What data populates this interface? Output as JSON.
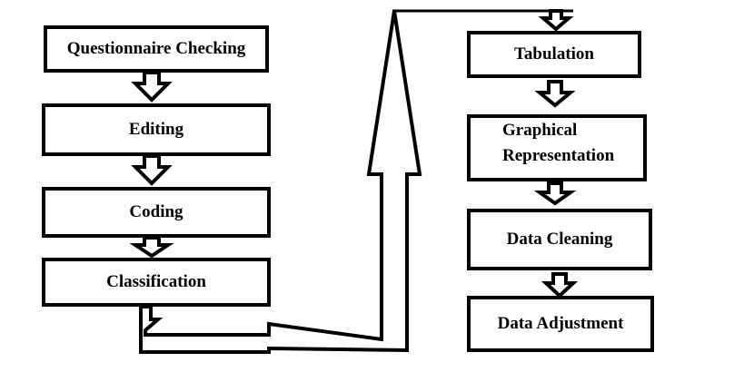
{
  "flowchart": {
    "left_column": [
      {
        "id": "questionnaire-checking",
        "label": "Questionnaire Checking"
      },
      {
        "id": "editing",
        "label": "Editing"
      },
      {
        "id": "coding",
        "label": "Coding"
      },
      {
        "id": "classification",
        "label": "Classification"
      }
    ],
    "right_column": [
      {
        "id": "tabulation",
        "label": "Tabulation"
      },
      {
        "id": "graphical-representation",
        "label_line1": "Graphical",
        "label_line2": "Representation"
      },
      {
        "id": "data-cleaning",
        "label": "Data Cleaning"
      },
      {
        "id": "data-adjustment",
        "label": "Data Adjustment"
      }
    ]
  }
}
